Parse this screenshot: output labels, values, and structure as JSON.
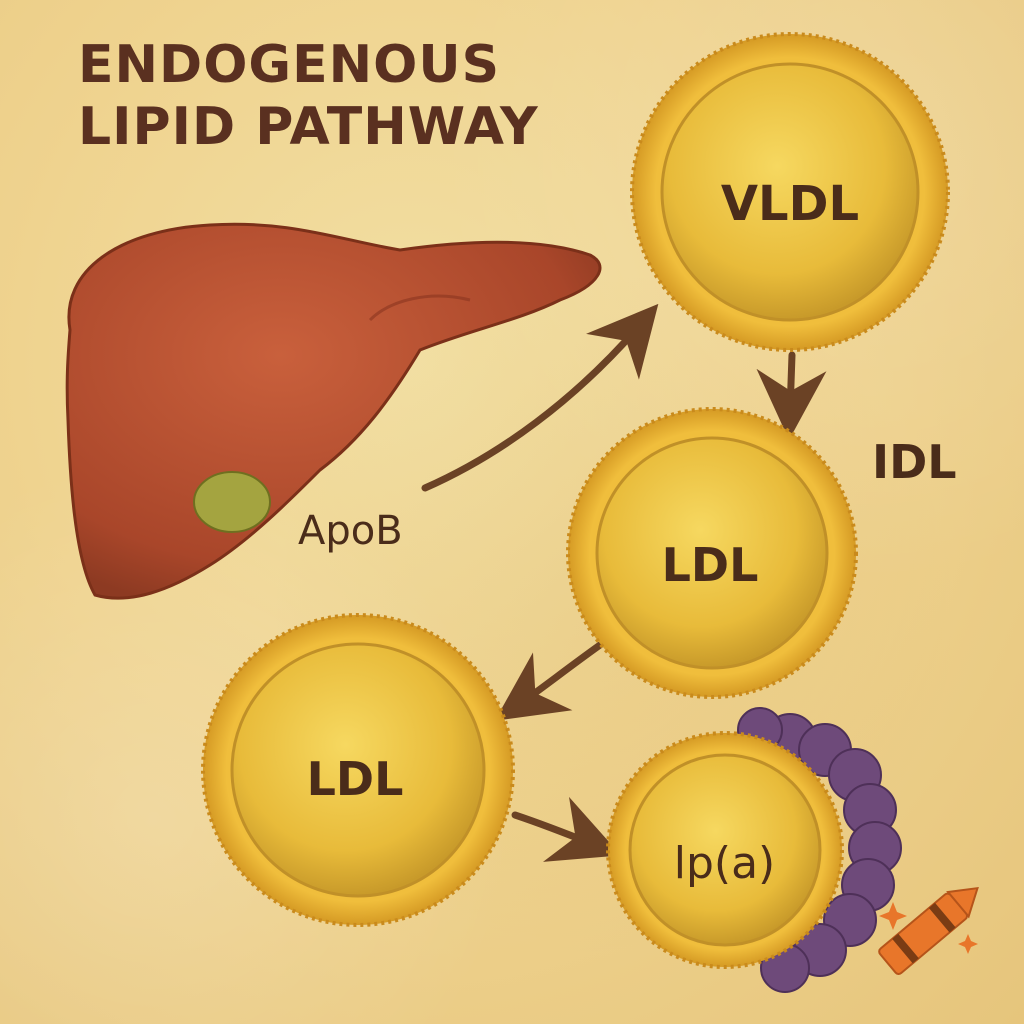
{
  "title": {
    "line1": "ENDOGENOUS",
    "line2": "LIPID PATHWAY"
  },
  "particles": {
    "vldl": "VLDL",
    "ldl_upper": "LDL",
    "ldl_lower": "LDL",
    "lpa": "lp(a)"
  },
  "labels": {
    "idl": "IDL",
    "apob": "ApoB"
  },
  "icons": {
    "liver": "liver-icon",
    "crayon": "crayon-logo-icon"
  },
  "colors": {
    "particle_fill": "#e9bf3e",
    "particle_rim": "#e6ad2c",
    "liver": "#b24a2c",
    "arrow": "#6b4225",
    "apolipoprotein_a": "#6e4a7a",
    "text": "#4a2c1a"
  }
}
